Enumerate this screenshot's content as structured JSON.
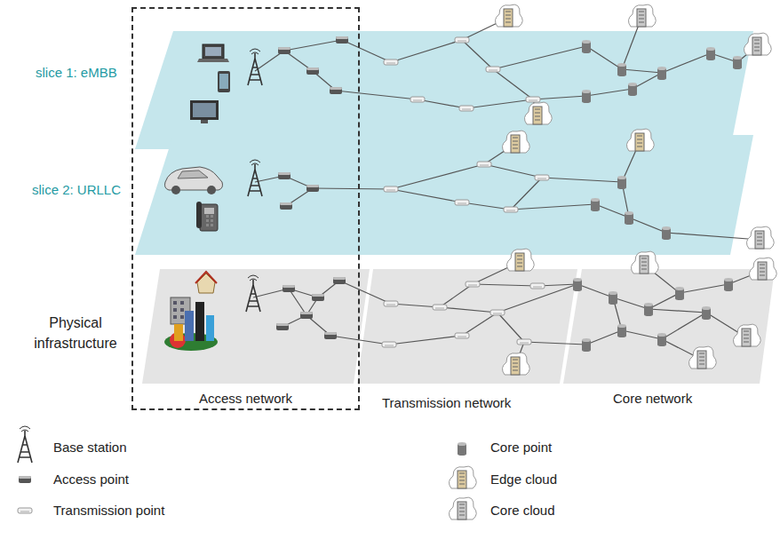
{
  "diagram": {
    "nodes": [
      {
        "text": [
          "Access network"
        ]
      }
    ],
    "labels": [
      "slice 1: eMBB",
      "slice 2: URLLC",
      "Physical infrastructure",
      "Transmission network",
      "Core network"
    ],
    "legend": [
      {
        "text": "Base station"
      },
      {
        "text": "Access point"
      },
      {
        "text": "Transmission point"
      },
      {
        "text": "Core point"
      },
      {
        "text": "Edge cloud"
      },
      {
        "text": "Core cloud"
      }
    ]
  }
}
